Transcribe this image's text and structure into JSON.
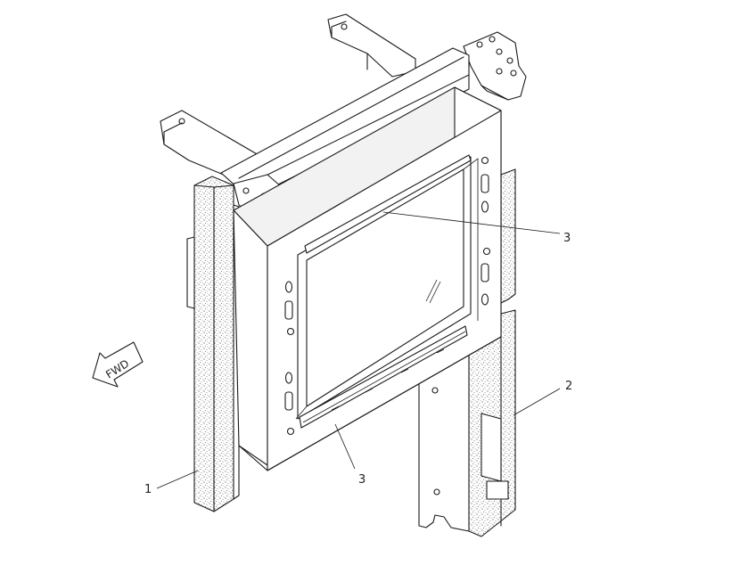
{
  "diagram": {
    "callouts": [
      {
        "id": "1",
        "label": "1"
      },
      {
        "id": "2",
        "label": "2"
      },
      {
        "id": "3a",
        "label": "3"
      },
      {
        "id": "3b",
        "label": "3"
      }
    ],
    "direction_arrow": {
      "label": "FWD",
      "icon": "forward-arrow-icon"
    },
    "colors": {
      "line": "#1a1a1a",
      "foam_fill": "#e6e6e6",
      "background": "#ffffff"
    }
  }
}
